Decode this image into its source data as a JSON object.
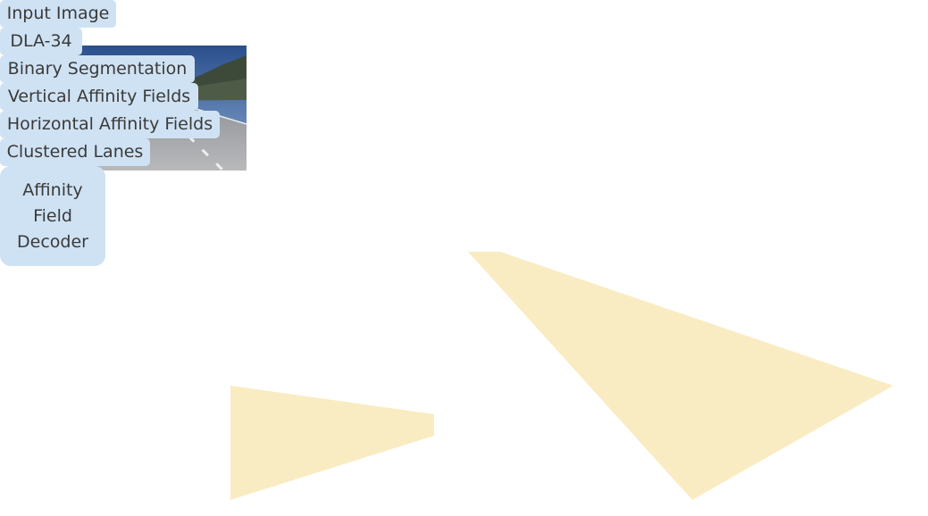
{
  "labels": {
    "input_image": "Input Image",
    "binary_segmentation": "Binary Segmentation",
    "clustered_lanes": "Clustered Lanes",
    "vertical_affinity_fields": "Vertical Affinity Fields",
    "horizontal_affinity_fields": "Horizontal Affinity Fields",
    "backbone": "DLA-34"
  },
  "decoder": {
    "lines": [
      "Affinity",
      "Field",
      "Decoder"
    ]
  },
  "colors": {
    "label_bg": "#cfe2f3",
    "zoom_fill": "#f6dc8f",
    "zoom_border": "#f2dca3",
    "lane_cluster_cyan": "#4fd6cf",
    "lane_cluster_yellow": "#d8dc3a",
    "lane_cluster_purple": "#8a7ad8",
    "dla_block": "#e8a2a2",
    "dla_node": "#39b39c"
  }
}
